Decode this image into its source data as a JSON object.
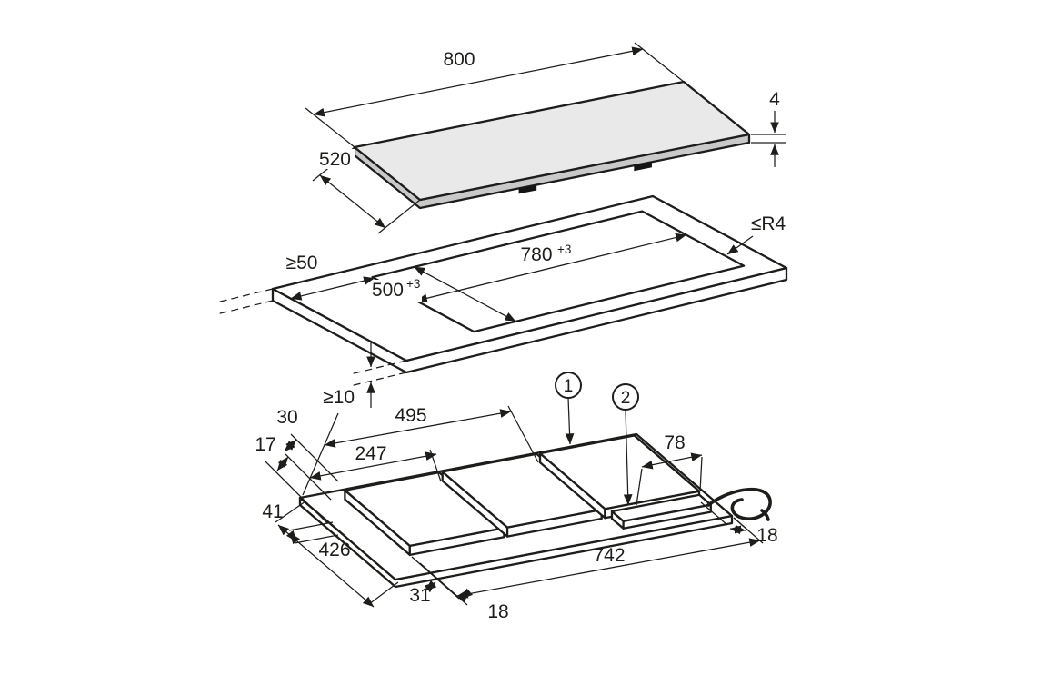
{
  "figure": {
    "line_color": "#1d1d1b",
    "background": "#ffffff"
  },
  "top_view": {
    "width": "800",
    "depth": "520",
    "thickness": "4"
  },
  "cutout_view": {
    "length": "780",
    "length_tolerance": "+3",
    "depth": "500",
    "depth_tolerance": "+3",
    "min_side_clearance": "≥50",
    "max_corner_radius": "≤R4",
    "min_worktop_thickness": "≥10"
  },
  "underside_view": {
    "callout_1": "1",
    "callout_2": "2",
    "dim_495": "495",
    "dim_247": "247",
    "dim_30": "30",
    "dim_17": "17",
    "dim_41": "41",
    "dim_426": "426",
    "dim_31": "31",
    "dim_18_front": "18",
    "dim_742": "742",
    "dim_78": "78",
    "dim_18_right": "18"
  }
}
